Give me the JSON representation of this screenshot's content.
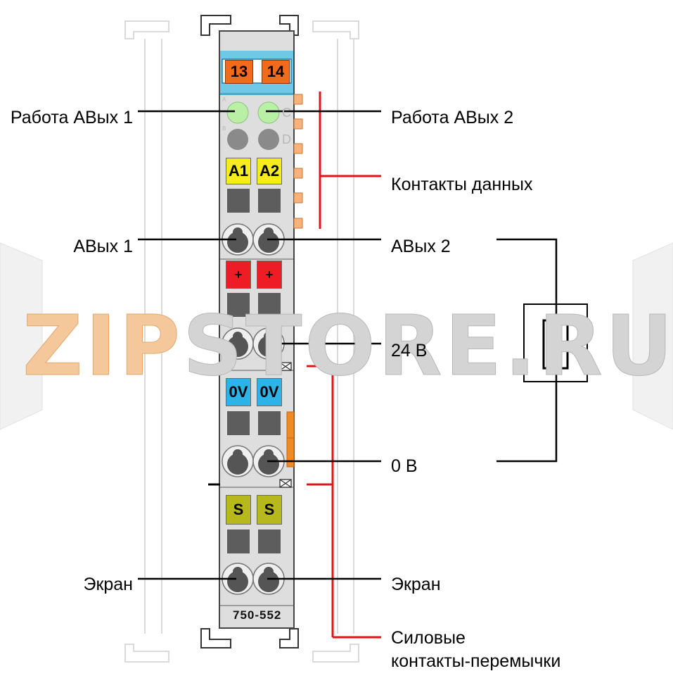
{
  "watermark": {
    "part_orange": "ZIP",
    "part_grey": "STORE.RU",
    "color_orange": "#f4c89a",
    "color_grey": "#d0d0d0"
  },
  "module": {
    "model": "750-552",
    "terminals_top": [
      "13",
      "14"
    ],
    "led_letters": [
      "A",
      "C",
      "B",
      "D"
    ],
    "channel_labels": [
      "A1",
      "A2"
    ],
    "plus_labels": [
      "+",
      "+"
    ],
    "zero_labels": [
      "0V",
      "0V"
    ],
    "shield_labels": [
      "S",
      "S"
    ]
  },
  "labels": {
    "run_ao1": "Работа АВых 1",
    "run_ao2": "Работа АВых 2",
    "data_contacts": "Контакты данных",
    "ao1": "АВых 1",
    "ao2": "АВых 2",
    "v24": "24 В",
    "v0": "0 В",
    "shield_left": "Экран",
    "shield_right": "Экран",
    "power_contacts_line1": "Силовые",
    "power_contacts_line2": "контакты-перемычки"
  },
  "colors": {
    "body": "#dedede",
    "top_cap": "#6ec8e6",
    "orange_terminal": "#f26b1d",
    "led_green": "#b9f0a6",
    "led_grey": "#8a8a8a",
    "yellow": "#f5ec1a",
    "red": "#ee1c24",
    "blue": "#2cb3e8",
    "olive": "#b7b81c",
    "bracket_red": "#e0141b",
    "contact_orange": "#f8b27a"
  }
}
